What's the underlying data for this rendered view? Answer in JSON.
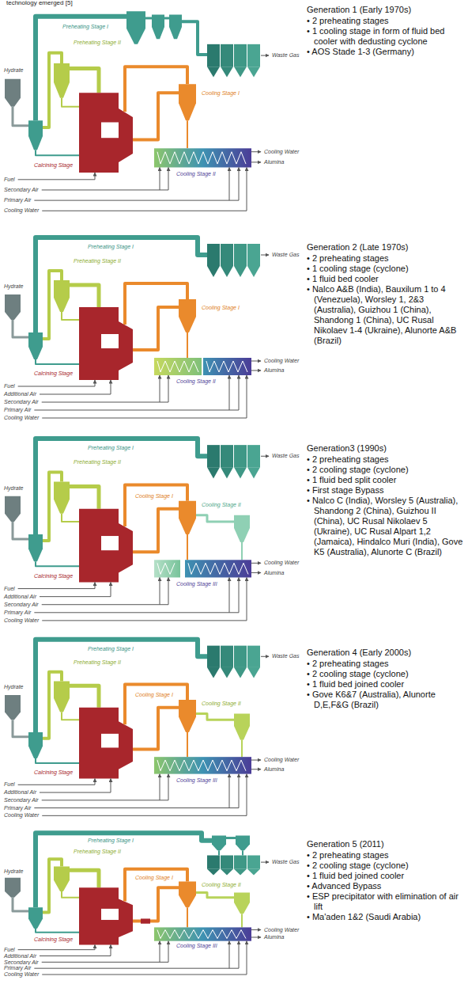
{
  "diagram": {
    "labels": [
      "technology emerged [5]",
      "Hydrate",
      "Preheating Stage I",
      "Preheating Stage II",
      "Waste Gas",
      "Cooling Stage I",
      "Cooling Water",
      "Alumina",
      "Calcining Stage",
      "Cooling Stage II",
      "Fuel",
      "Secondary Air",
      "Primary Air",
      "Cooling Water",
      "Generation 1 (Early 1970s)",
      "• 2 preheating stages",
      "• 1 cooling stage in form of fluid bed cooler with dedusting cyclone",
      "• AOS Stade 1-3 (Germany)",
      "Preheating Stage I",
      "Waste Gas",
      "Hydrate",
      "Preheating Stage II",
      "Cooling Stage I",
      "Cooling Water",
      "Alumina",
      "Calcining Stage",
      "Cooling Stage II",
      "Fuel",
      "Additional Air",
      "Secondary Air",
      "Primary Air",
      "Cooling Water",
      "Generation 2 (Late 1970s)",
      "• 2 preheating stages",
      "• 1 cooling stage (cyclone)",
      "• 1 fluid bed cooler",
      "• Nalco A&B (India), Bauxilum 1 to 4 (Venezuela), Worsley 1, 2&3 (Australia), Guizhou 1 (China), Shandong 1 (China), UC Rusal Nikolaev 1-4 (Ukraine), Alunorte A&B (Brazil)",
      "Preheating Stage I",
      "Waste Gas",
      "Hydrate",
      "Preheating Stage II",
      "Cooling Stage I",
      "Cooling Stage II",
      "Cooling Water",
      "Alumina",
      "Calcining Stage",
      "Cooling Stage III",
      "Fuel",
      "Additional Air",
      "Secondary Air",
      "Primary Air",
      "Cooling Water",
      "Generation3 (1990s)",
      "• 2 preheating stages",
      "• 2 cooling stage (cyclone)",
      "• 1 fluid bed split cooler",
      "• First stage Bypass",
      "• Nalco C (India), Worsley 5 (Australia), Shandong 2 (China), Guizhou II (China), UC Rusal Nikolaev 5 (Ukraine), UC Rusal Alpart 1,2 (Jamaica), Hindalco Muri (India), Gove K5 (Australia), Alunorte C (Brazil)",
      "Preheating Stage I",
      "Waste Gas",
      "Hydrate",
      "Preheating Stage II",
      "Cooling Stage I",
      "Cooling Stage II",
      "Cooling Water",
      "Alumina",
      "Calcining Stage",
      "Cooling Stage III",
      "Fuel",
      "Additional Air",
      "Secondary Air",
      "Primary Air",
      "Cooling Water",
      "Generation 4 (Early 2000s)",
      "• 2 preheating stages",
      "• 2 cooling stage (cyclone)",
      "• 1 fluid bed joined cooler",
      "• Gove K6&7 (Australia), Alunorte D,E,F&G (Brazil)",
      "Preheating Stage I",
      "Waste Gas",
      "Hydrate",
      "Preheating Stage II",
      "Cooling Stage I",
      "Cooling Stage II",
      "Cooling Water",
      "Alumina",
      "Calcining Stage",
      "Cooling Stage III",
      "Fuel",
      "Additional Air",
      "Secondary Air",
      "Primary Air",
      "Cooling Water",
      "Generation 5 (2011)",
      "• 2 preheating stages",
      "• 2 cooling stage (cyclone)",
      "• 1 fluid bed joined cooler",
      "• Advanced Bypass",
      "• ESP precipitator with elimination of air lift",
      "• Ma'aden 1&2 (Saudi Arabia)"
    ]
  }
}
